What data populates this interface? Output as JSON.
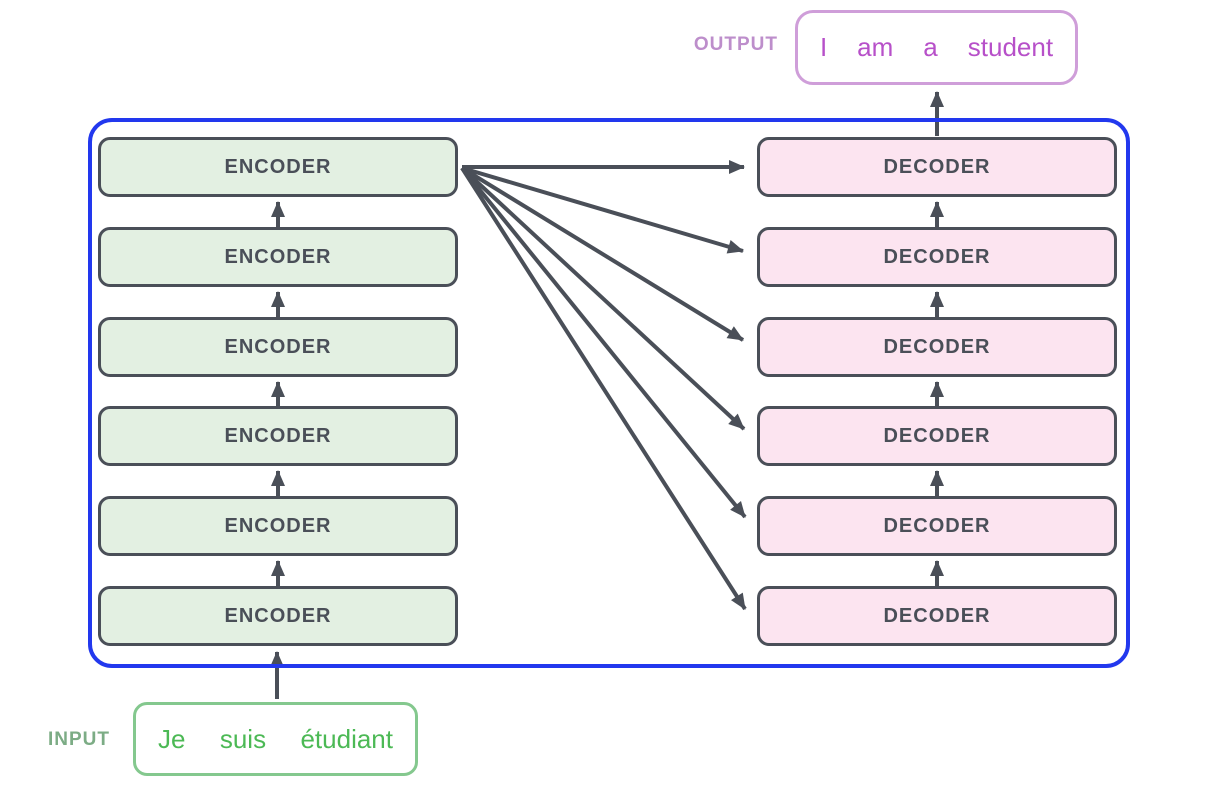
{
  "colors": {
    "container_border": "#2238ee",
    "box_border": "#4a4f58",
    "arrow": "#4a4f58",
    "encoder_fill": "#e3f0e2",
    "decoder_fill": "#fce4f0",
    "input_border": "#84c88e",
    "input_text": "#4cb955",
    "input_label": "#7cac85",
    "output_border": "#cf9ed9",
    "output_text": "#b750c9",
    "output_label": "#bd8ecb"
  },
  "stacks": {
    "encoder": {
      "label": "ENCODER",
      "count": 6
    },
    "decoder": {
      "label": "DECODER",
      "count": 6
    }
  },
  "input": {
    "label": "INPUT",
    "words": [
      "Je",
      "suis",
      "étudiant"
    ]
  },
  "output": {
    "label": "OUTPUT",
    "words": [
      "I",
      "am",
      "a",
      "student"
    ]
  }
}
